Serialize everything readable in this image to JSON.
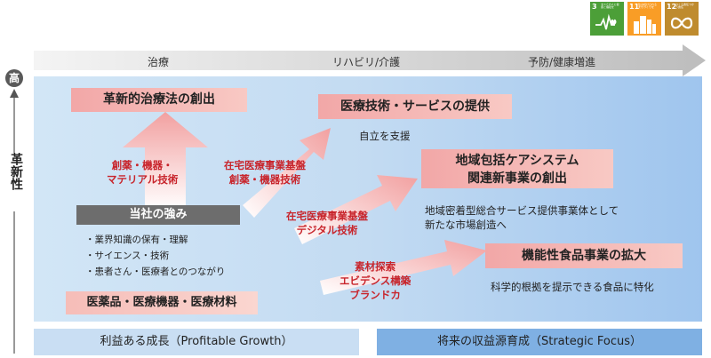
{
  "sdg": [
    {
      "num": "3",
      "caption": "すべての人に健康と福祉を",
      "color": "#4c9f38",
      "icon": "heartbeat-icon"
    },
    {
      "num": "11",
      "caption": "住み続けられるまちづくりを",
      "color": "#f99d26",
      "icon": "city-icon"
    },
    {
      "num": "12",
      "caption": "つくる責任つかう責任",
      "color": "#bf8b2e",
      "icon": "infinity-icon"
    }
  ],
  "phases": [
    "治療",
    "リハビリ/介護",
    "予防/健康増進"
  ],
  "axis": {
    "high": "高",
    "label": "革新性"
  },
  "goals": {
    "therapy": "革新的治療法の創出",
    "medical_service": "医療技術・サービスの提供",
    "care_line1": "地域包括ケアシステム",
    "care_line2": "関連新事業の創出",
    "food": "機能性食品事業の拡大"
  },
  "descriptions": {
    "independence": "自立を支援",
    "care_line1": "地域密着型総合サービス提供事業体として",
    "care_line2": "新たな市場創造へ",
    "food": "科学的根拠を提示できる食品に特化"
  },
  "arrow_labels": {
    "a1_line1": "創薬・機器・",
    "a1_line2": "マテリアル技術",
    "a2_line1": "在宅医療事業基盤",
    "a2_line2": "創薬・機器技術",
    "a3_line1": "在宅医療事業基盤",
    "a3_line2": "デジタル技術",
    "a4_line1": "素材探索",
    "a4_line2": "エビデンス構築",
    "a4_line3": "ブランドカ"
  },
  "strengths": {
    "title": "当社の強み",
    "items": [
      "・業界知識の保有・理解",
      "・サイエンス・技術",
      "・患者さん・医療者とのつながり"
    ],
    "base": "医薬品・医療機器・医療材料"
  },
  "footer": {
    "left": "利益ある成長（Profitable Growth）",
    "right": "将来の収益源育成（Strategic Focus）"
  },
  "colors": {
    "accent_red": "#c8252c",
    "pink": "#f2a7a7",
    "footer_left": "#c9def3",
    "footer_right": "#7fb0e3",
    "strength_box": "#6d6d6d"
  }
}
